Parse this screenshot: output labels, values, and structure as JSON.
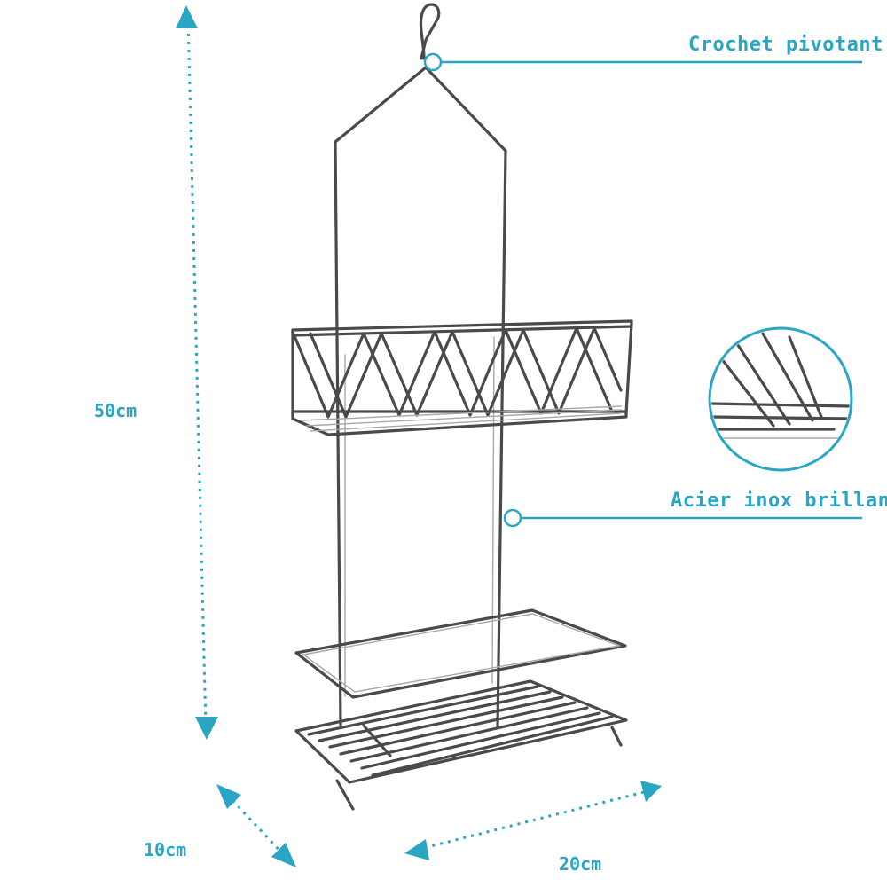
{
  "callouts": {
    "hook": "Crochet pivotant",
    "material": "Acier inox brillant"
  },
  "dimensions": {
    "height": "50cm",
    "depth": "10cm",
    "width": "20cm"
  },
  "colors": {
    "accent": "#2aa6c4",
    "metal": "#4a4a4a"
  }
}
